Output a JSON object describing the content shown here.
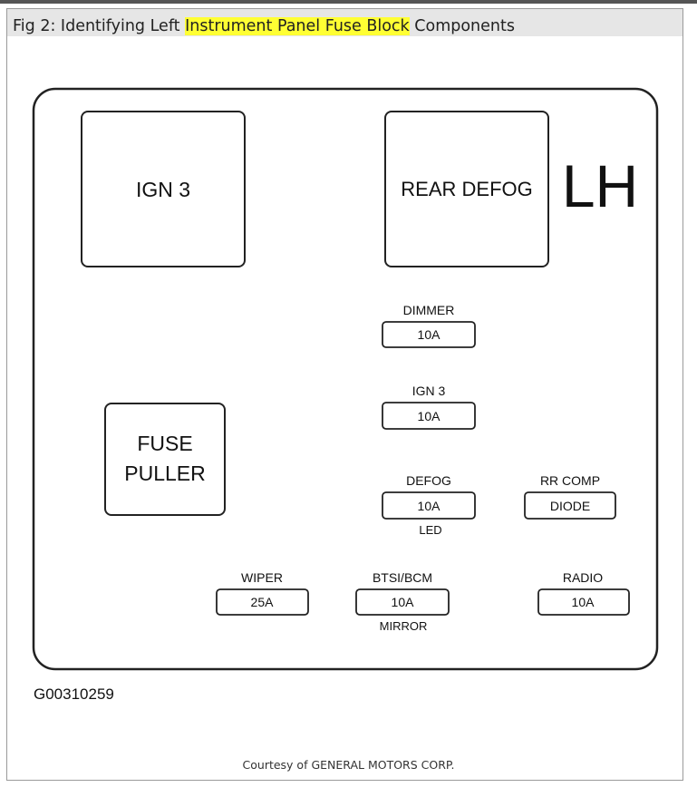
{
  "caption": {
    "prefix": "Fig 2: Identifying Left ",
    "highlighted": "Instrument Panel Fuse Block",
    "suffix": " Components",
    "highlight_color": "#ffff33"
  },
  "diagram": {
    "side_label": "LH",
    "relays": {
      "ign3": "IGN 3",
      "rear_defog": "REAR DEFOG"
    },
    "fuse_puller": {
      "line1": "FUSE",
      "line2": "PULLER"
    },
    "fuses": {
      "dimmer": {
        "label": "DIMMER",
        "rating": "10A"
      },
      "ign3": {
        "label": "IGN 3",
        "rating": "10A"
      },
      "defog": {
        "label": "DEFOG",
        "rating": "10A",
        "sublabel": "LED"
      },
      "rr_comp": {
        "label": "RR COMP",
        "rating": "DIODE"
      },
      "wiper": {
        "label": "WIPER",
        "rating": "25A"
      },
      "btsi_bcm": {
        "label": "BTSI/BCM",
        "rating": "10A",
        "sublabel": "MIRROR"
      },
      "radio": {
        "label": "RADIO",
        "rating": "10A"
      }
    },
    "figure_id": "G00310259"
  },
  "courtesy": "Courtesy of GENERAL MOTORS CORP."
}
